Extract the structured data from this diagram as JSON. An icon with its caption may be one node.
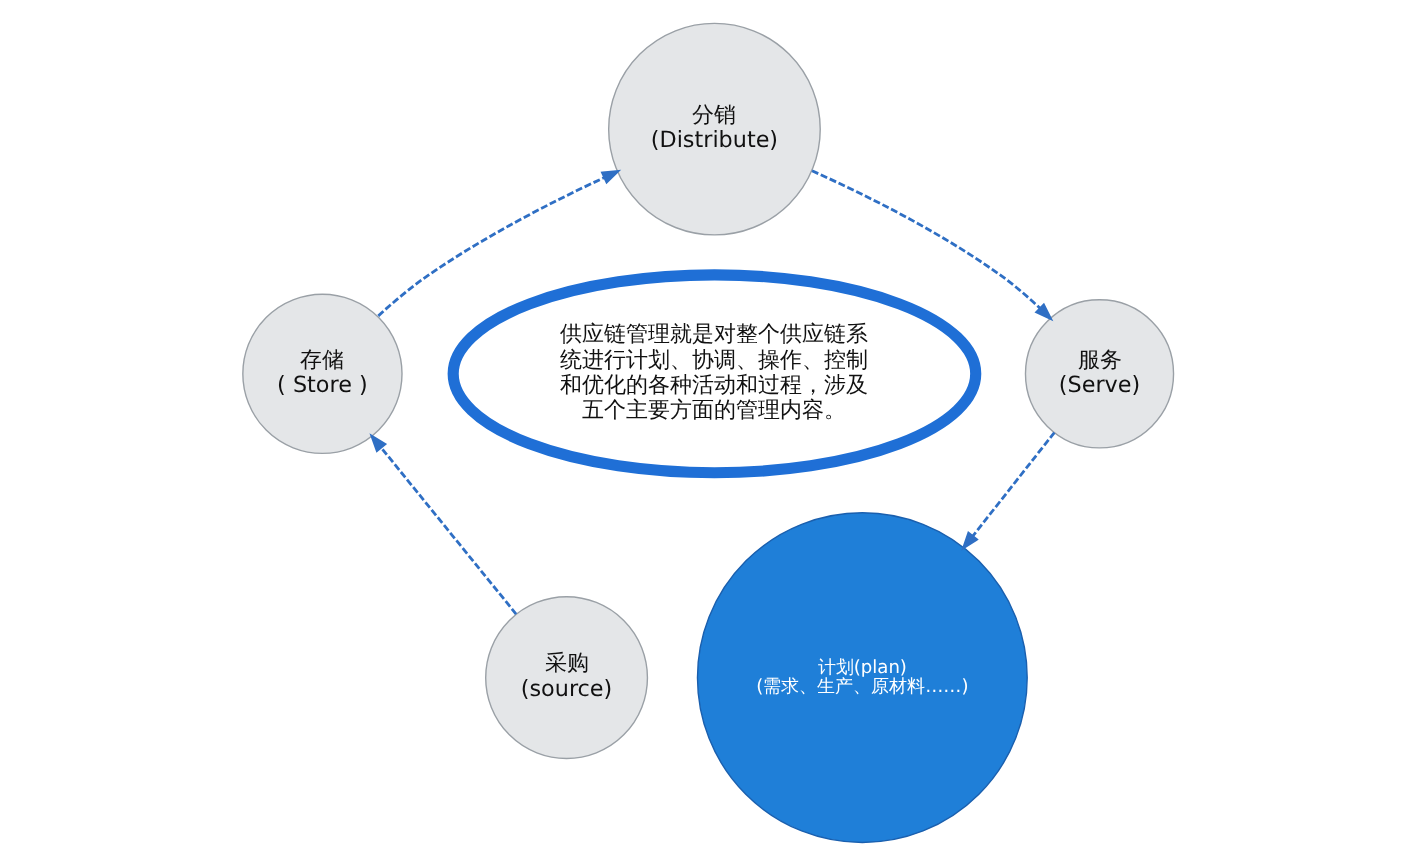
{
  "diagram": {
    "nodes": [
      {
        "text": [
          "分销",
          "(Distribute)"
        ]
      },
      {
        "text": [
          "存储",
          "( Store )"
        ]
      },
      {
        "text": [
          "服务",
          "(Serve)"
        ]
      },
      {
        "text": [
          "供应链管理就是对整个供应链系统进行计划、协调、操作、控制和优化的各种活动和过程，涉及五个主要方面的管理内容。"
        ]
      },
      {
        "text": [
          "采购",
          "(source)"
        ]
      },
      {
        "text": [
          "计划(plan)",
          "(需求、生产、原材料……)"
        ]
      }
    ],
    "edges": [
      {
        "from": 1,
        "to": 0,
        "arrow": "to",
        "style": "dashed"
      },
      {
        "from": 0,
        "to": 2,
        "arrow": "to",
        "style": "dashed"
      },
      {
        "from": 2,
        "to": 5,
        "arrow": "to",
        "style": "dashed"
      },
      {
        "from": 4,
        "to": 1,
        "arrow": "to",
        "style": "dashed"
      }
    ]
  }
}
